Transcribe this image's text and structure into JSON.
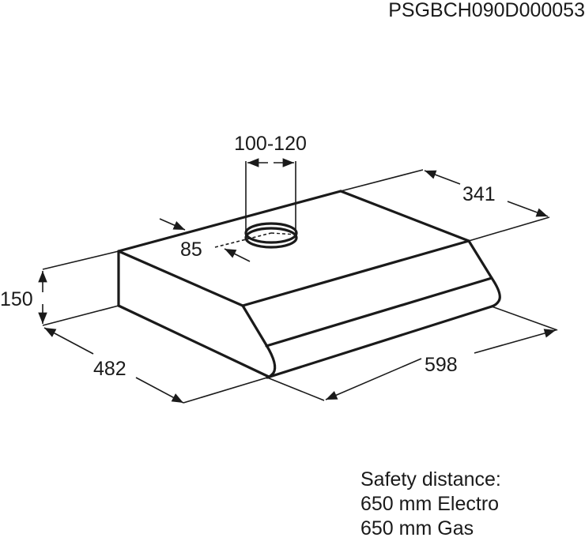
{
  "product_code": "PSGBCH090D000053",
  "dimensions": {
    "duct_diameter": "100-120",
    "duct_offset": "85",
    "depth_top": "341",
    "height": "150",
    "depth": "482",
    "width": "598"
  },
  "safety": {
    "title": "Safety distance:",
    "electro": "650 mm Electro",
    "gas": "650 mm Gas"
  },
  "colors": {
    "line": "#1a1a1a",
    "background": "#ffffff"
  }
}
